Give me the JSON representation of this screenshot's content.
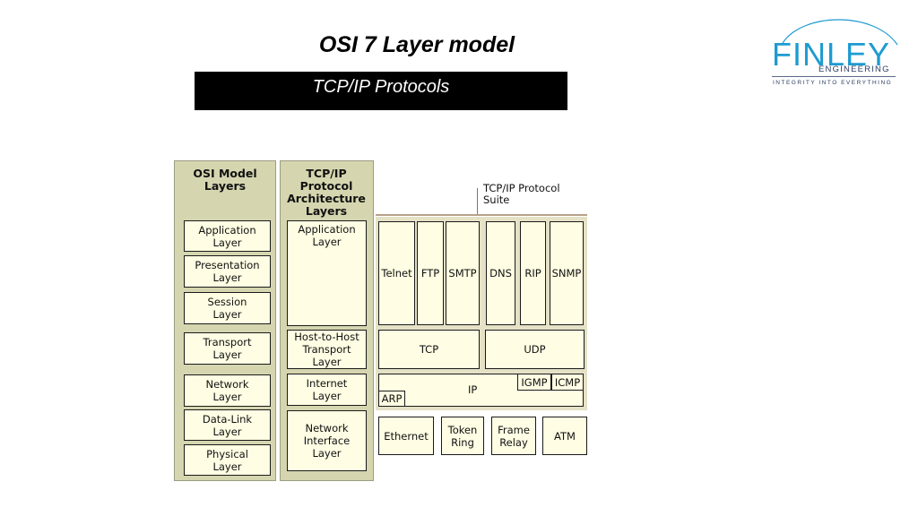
{
  "slide": {
    "title": "OSI 7 Layer model",
    "subtitle": "TCP/IP Protocols"
  },
  "logo": {
    "name": "FINLEY",
    "sub": "ENGINEERING",
    "tagline": "INTEGRITY INTO EVERYTHING",
    "color": "#1d9bd1"
  },
  "osi": {
    "heading": "OSI Model\nLayers",
    "layers": [
      "Application\nLayer",
      "Presentation\nLayer",
      "Session\nLayer",
      "Transport\nLayer",
      "Network\nLayer",
      "Data-Link\nLayer",
      "Physical\nLayer"
    ]
  },
  "tcpip": {
    "heading": "TCP/IP\nProtocol\nArchitecture\nLayers",
    "layers": [
      "Application\nLayer",
      "Host-to-Host\nTransport\nLayer",
      "Internet\nLayer",
      "Network\nInterface\nLayer"
    ]
  },
  "suite": {
    "label": "TCP/IP Protocol\nSuite",
    "application": [
      "Telnet",
      "FTP",
      "SMTP",
      "DNS",
      "RIP",
      "SNMP"
    ],
    "transport": [
      "TCP",
      "UDP"
    ],
    "internet": {
      "ip": "IP",
      "igmp": "IGMP",
      "icmp": "ICMP",
      "arp": "ARP"
    },
    "network_interface": [
      "Ethernet",
      "Token\nRing",
      "Frame\nRelay",
      "ATM"
    ]
  },
  "colors": {
    "column_bg": "#d5d6b0",
    "box_fill": "#fffde3",
    "suite_bg": "#e4e1c6"
  }
}
